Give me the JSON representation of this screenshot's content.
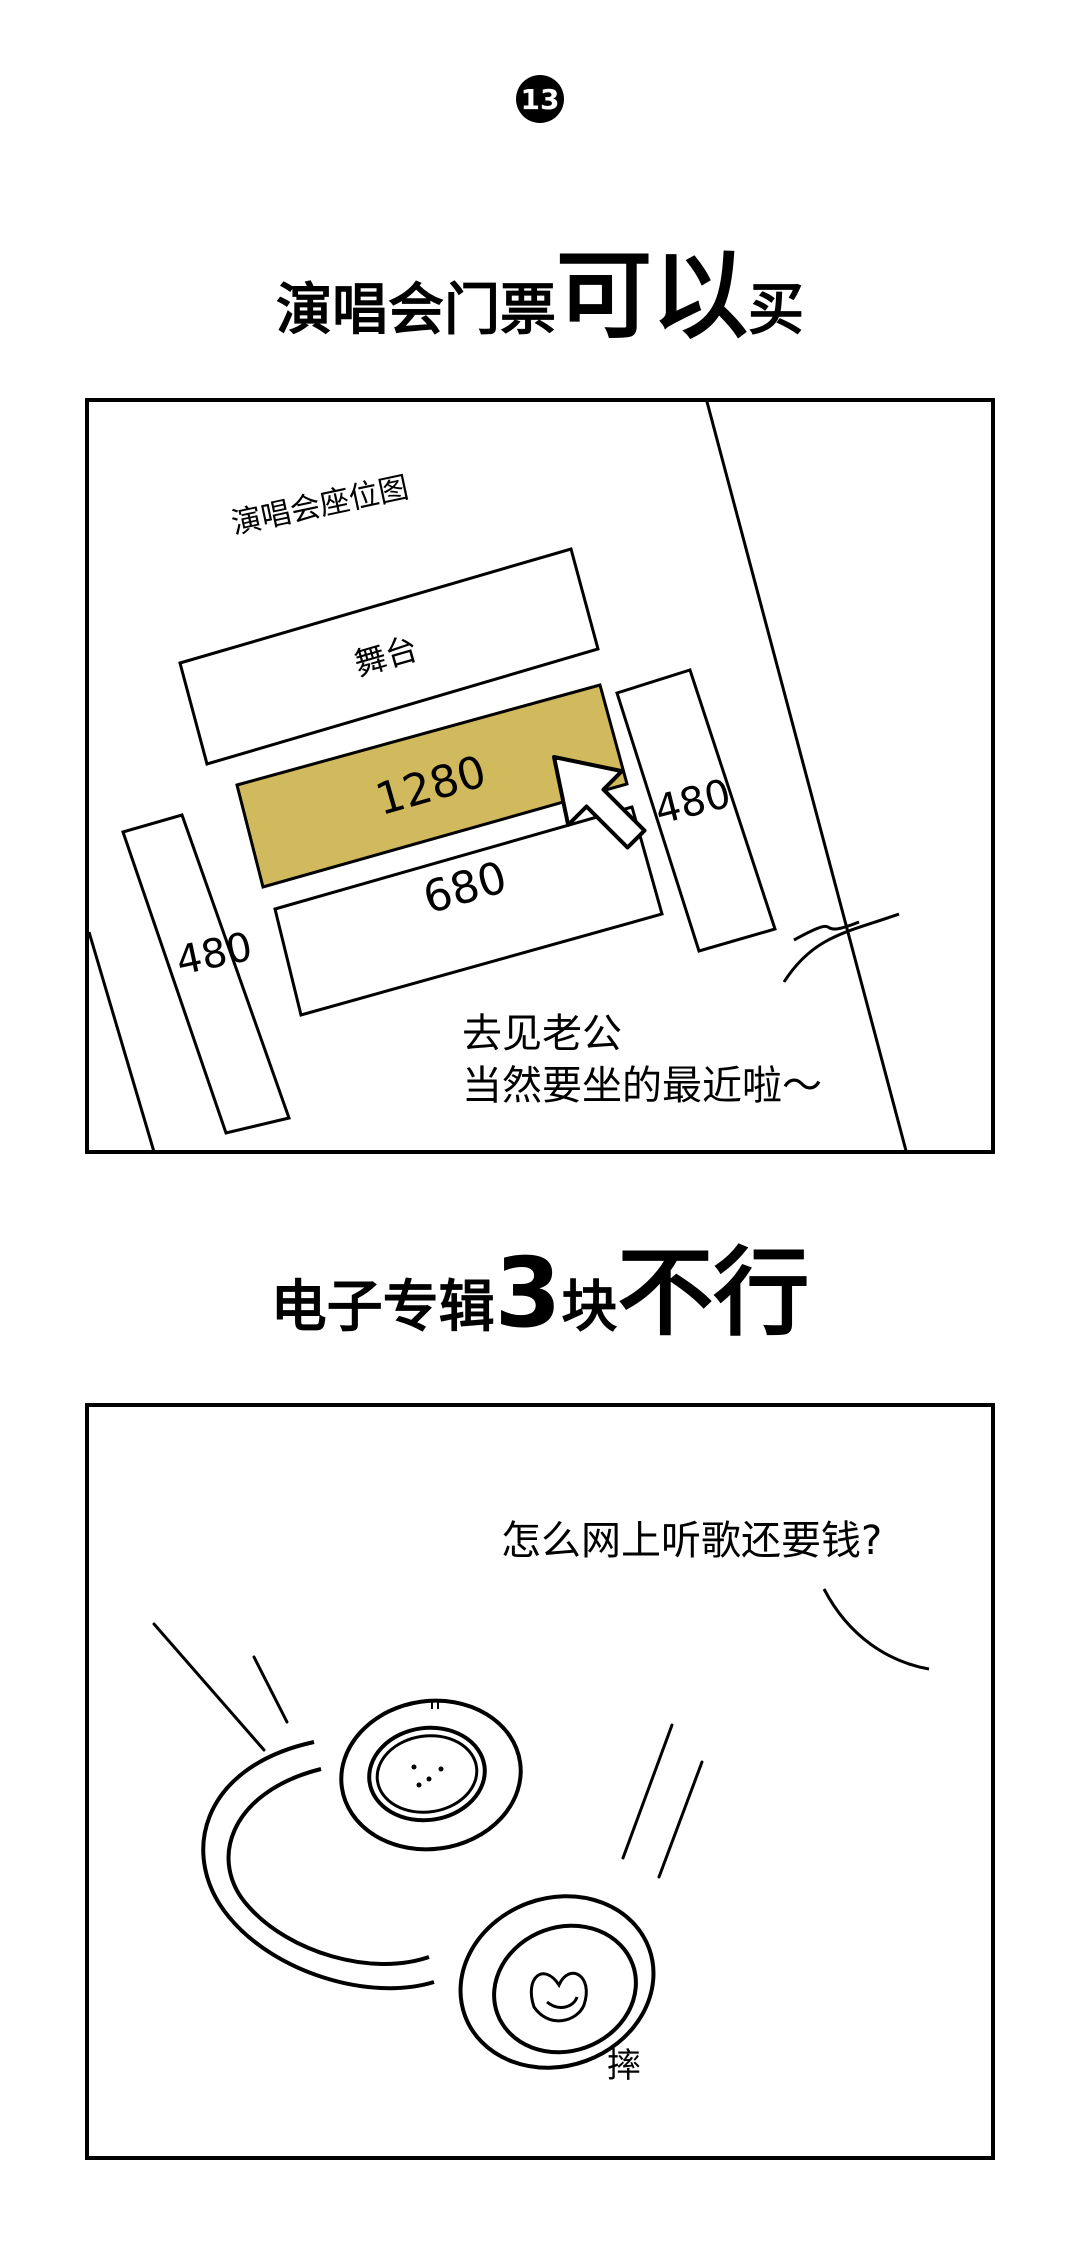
{
  "badge": {
    "number": "13"
  },
  "headline1": {
    "part1": "演唱会门票",
    "part2": "可以",
    "part3": "买"
  },
  "panel1": {
    "map_title": "演唱会座位图",
    "stage_label": "舞台",
    "seats": {
      "vip": "1280",
      "middle": "680",
      "left": "480",
      "right": "480"
    },
    "highlight_color": "#d1b95d",
    "caption_line1": "去见老公",
    "caption_line2": "当然要坐的最近啦～"
  },
  "headline2": {
    "part1": "电子专辑",
    "part2": "3",
    "part3": "块",
    "part4": "不行"
  },
  "panel2": {
    "speech": "怎么网上听歌还要钱?",
    "sound_effect": "摔"
  }
}
